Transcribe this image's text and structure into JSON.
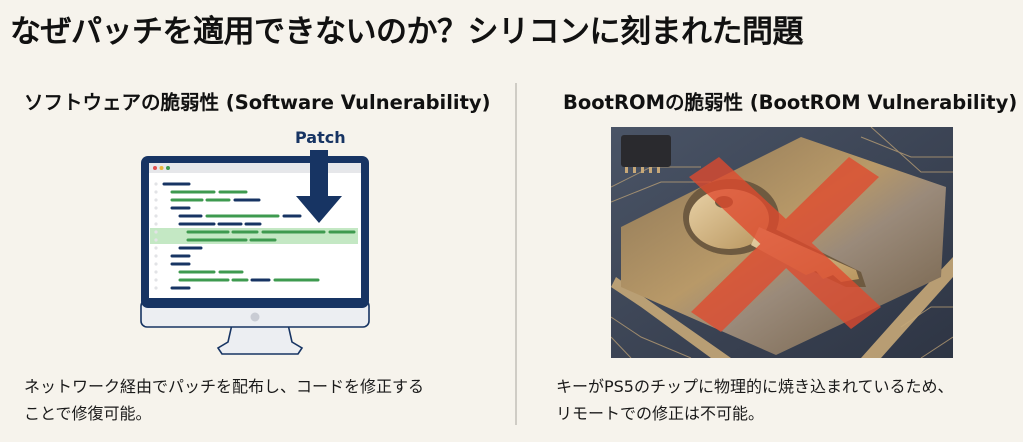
{
  "title": "なぜパッチを適用できないのか？シリコンに刻まれた問題",
  "left_panel": {
    "heading": "ソフトウェアの脆弱性 (Software Vulnerability)",
    "patch_label": "Patch",
    "description_line1": "ネットワーク経由でパッチを配布し、コードを修正する",
    "description_line2": "ことで修復可能。"
  },
  "right_panel": {
    "heading": "BootROMの脆弱性 (BootROM Vulnerability)",
    "description_line1": "キーがPS5のチップに物理的に焼き込まれているため、",
    "description_line2": "リモートでの修正は不可能。"
  },
  "colors": {
    "background": "#f6f3ec",
    "navy": "#173463",
    "code_green": "#3e9a4f",
    "highlight_green": "#c4e8c4",
    "cross_red": "#e04a2e",
    "chip_gold": "#b89968"
  },
  "icons": {
    "monitor": "monitor-code-icon",
    "arrow": "down-arrow-icon",
    "chip": "chip-key-icon",
    "cross": "red-x-icon"
  }
}
